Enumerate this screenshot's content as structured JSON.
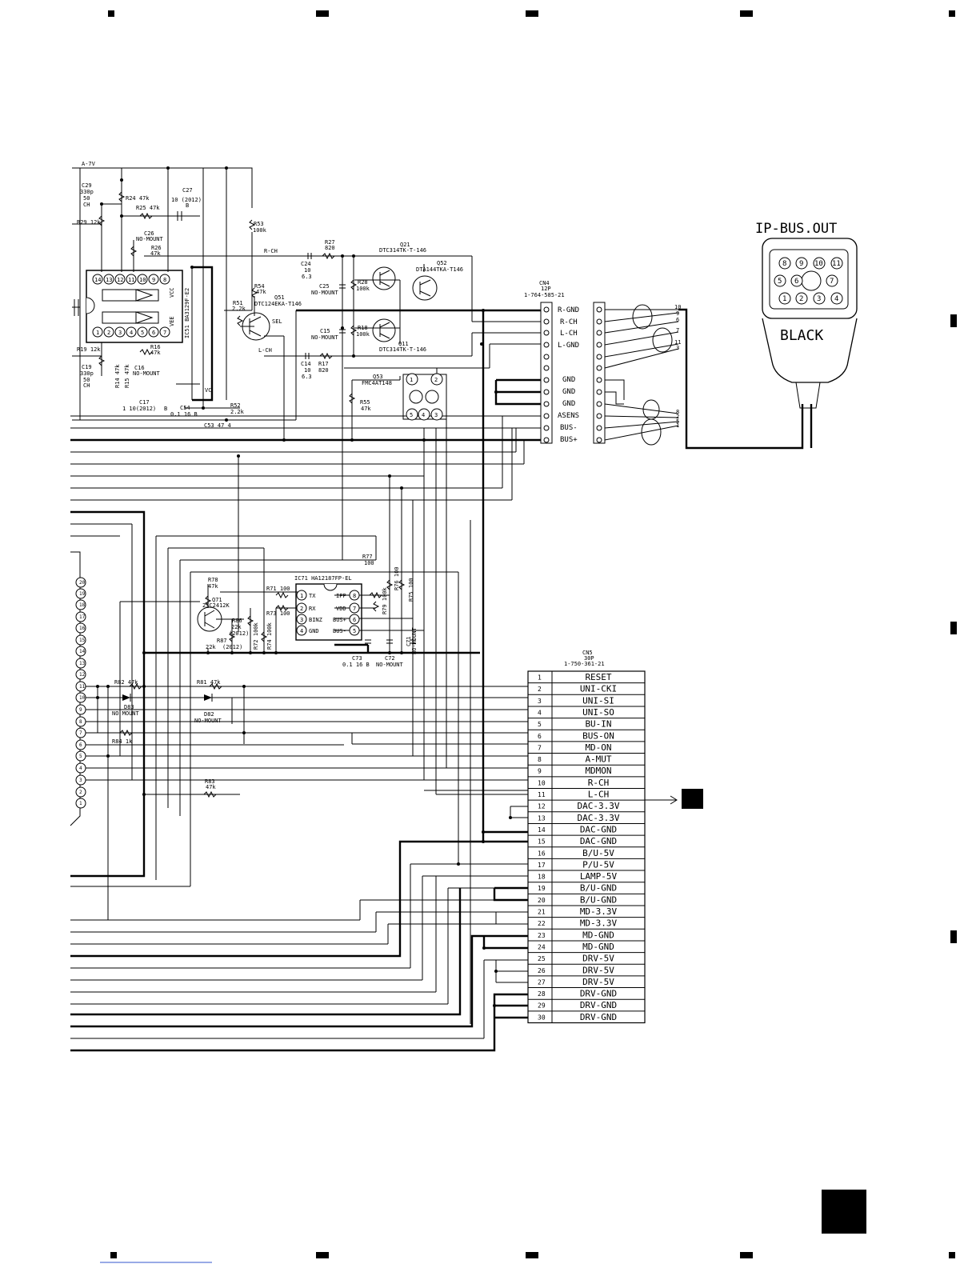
{
  "supply_label": "A-7V",
  "output": {
    "title": "IP-BUS.OUT",
    "cable_color": "BLACK",
    "plug_pins_top": [
      "8",
      "9",
      "10",
      "11"
    ],
    "plug_pins_mid": [
      "5",
      "6",
      "7"
    ],
    "plug_pins_bot": [
      "1",
      "2",
      "3",
      "4"
    ],
    "wire_numbers_upper": [
      "10",
      "9",
      "6",
      "7",
      "11",
      "3"
    ],
    "wire_numbers_lower": [
      "8",
      "2",
      "5",
      "1"
    ]
  },
  "cn4": {
    "ref": "CN4",
    "pins": "12P",
    "part": "1-764-585-21",
    "signals": [
      "R-GND",
      "R-CH",
      "L-CH",
      "L-GND",
      "GND",
      "GND",
      "GND",
      "ASENS",
      "BUS-",
      "BUS+"
    ]
  },
  "cn5": {
    "ref": "CN5",
    "pins": "30P",
    "part": "1-750-361-21",
    "rows": [
      {
        "no": "1",
        "sig": "RESET"
      },
      {
        "no": "2",
        "sig": "UNI-CKI"
      },
      {
        "no": "3",
        "sig": "UNI-SI"
      },
      {
        "no": "4",
        "sig": "UNI-SO"
      },
      {
        "no": "5",
        "sig": "BU-IN"
      },
      {
        "no": "6",
        "sig": "BUS-ON"
      },
      {
        "no": "7",
        "sig": "MD-ON"
      },
      {
        "no": "8",
        "sig": "A-MUT"
      },
      {
        "no": "9",
        "sig": "MDMON"
      },
      {
        "no": "10",
        "sig": "R-CH"
      },
      {
        "no": "11",
        "sig": "L-CH"
      },
      {
        "no": "12",
        "sig": "DAC-3.3V"
      },
      {
        "no": "13",
        "sig": "DAC-3.3V"
      },
      {
        "no": "14",
        "sig": "DAC-GND"
      },
      {
        "no": "15",
        "sig": "DAC-GND"
      },
      {
        "no": "16",
        "sig": "B/U-5V"
      },
      {
        "no": "17",
        "sig": "P/U-5V"
      },
      {
        "no": "18",
        "sig": "LAMP-5V"
      },
      {
        "no": "19",
        "sig": "B/U-GND"
      },
      {
        "no": "20",
        "sig": "B/U-GND"
      },
      {
        "no": "21",
        "sig": "MD-3.3V"
      },
      {
        "no": "22",
        "sig": "MD-3.3V"
      },
      {
        "no": "23",
        "sig": "MD-GND"
      },
      {
        "no": "24",
        "sig": "MD-GND"
      },
      {
        "no": "25",
        "sig": "DRV-5V"
      },
      {
        "no": "26",
        "sig": "DRV-5V"
      },
      {
        "no": "27",
        "sig": "DRV-5V"
      },
      {
        "no": "28",
        "sig": "DRV-GND"
      },
      {
        "no": "29",
        "sig": "DRV-GND"
      },
      {
        "no": "30",
        "sig": "DRV-GND"
      }
    ]
  },
  "components": {
    "c29": [
      "C29",
      "330p",
      "50",
      "CH"
    ],
    "c19": [
      "C19",
      "330p",
      "50",
      "CH"
    ],
    "r24": "R24 47k",
    "r25": "R25 47k",
    "r29": "R29 12k",
    "r19": "R19 12k",
    "c27": [
      "C27",
      "10 (2012)",
      "B"
    ],
    "c26": [
      "C26",
      "NO-MOUNT"
    ],
    "r26": [
      "R26",
      "47k"
    ],
    "r16": [
      "R16",
      "47k"
    ],
    "c16": [
      "C16",
      "NO-MOUNT"
    ],
    "r14": "R14 47k",
    "r15": "R15 47k",
    "ic51": "IC51 BA3129F-E2",
    "vcc": "VCC",
    "vee": "VEE",
    "r53": [
      "R53",
      "100k"
    ],
    "r54": [
      "R54",
      "47k"
    ],
    "r51": [
      "R51",
      "2.2k"
    ],
    "q51": [
      "Q51",
      "DTC124EKA-T146"
    ],
    "sel": "SEL",
    "lch_sw": "L-CH",
    "rch_net": "R-CH",
    "c24": [
      "C24",
      "10",
      "6.3"
    ],
    "r27": [
      "R27",
      "820"
    ],
    "c25": [
      "C25",
      "NO-MOUNT"
    ],
    "r28": [
      "R28",
      "100k"
    ],
    "c15": [
      "C15",
      "NO-MOUNT"
    ],
    "r18": [
      "R18",
      "100k"
    ],
    "c14": [
      "C14",
      "10",
      "6.3"
    ],
    "r17": [
      "R17",
      "820"
    ],
    "q21": [
      "Q21",
      "DTC314TK-T-146"
    ],
    "q52": [
      "Q52",
      "DTA144TKA-T146"
    ],
    "q11": [
      "Q11",
      "DTC314TK-T-146"
    ],
    "q53": [
      "Q53",
      "FMC4AT148"
    ],
    "r55": [
      "R55",
      "47k"
    ],
    "c17": [
      "C17",
      "1 10(2012)",
      "B"
    ],
    "c54": [
      "C54",
      "0.1 16 B"
    ],
    "vc": "VC",
    "c53": "C53 47 4",
    "r52": [
      "R52",
      "2.2k"
    ],
    "r78": [
      "R78",
      "47k"
    ],
    "q71": [
      "Q71",
      "2SC2412K"
    ],
    "r86": [
      "R86",
      "22k",
      "(2012)"
    ],
    "r87": [
      "R87",
      "22k",
      "(2012)"
    ],
    "r71": "R71 100",
    "r73": "R73 100",
    "r72": "R72 100k",
    "r74": "R74 100k",
    "ic71": "IC71 HA12187FP-EL",
    "ic71_pins_left": [
      "TX",
      "RX",
      "BINZ",
      "GND"
    ],
    "ic71_pins_right": [
      "IPP",
      "VDD",
      "BUS+",
      "BUS-"
    ],
    "r77": [
      "R77",
      "100"
    ],
    "r79": "R79 100k",
    "r76": "R76 100",
    "r75": "R75 100",
    "c71": [
      "C71",
      "NO-MOUNT"
    ],
    "c73": [
      "C73",
      "0.1 16 B"
    ],
    "c72": [
      "C72",
      "NO-MOUNT"
    ],
    "r82": "R82 47k",
    "r81": "R81 47k",
    "d83": [
      "D83",
      "NO MOUNT"
    ],
    "d82": [
      "D82",
      "NO-MOUNT"
    ],
    "r84": "R84 1k",
    "r83": [
      "R83",
      "47k"
    ]
  }
}
